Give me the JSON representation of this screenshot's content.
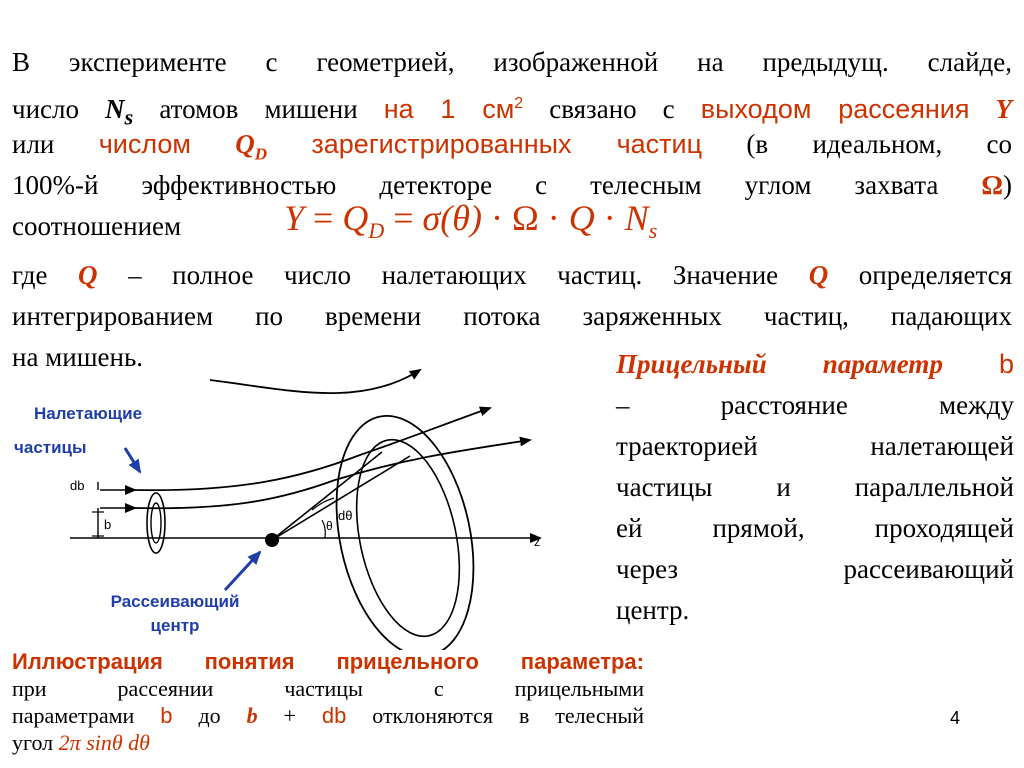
{
  "intro": {
    "l1": "В эксперименте с геометрией, изображенной на предыдущ. слайде,",
    "l2_a": "число",
    "l2_N": "N",
    "l2_s": "s",
    "l2_b": "атомов мишени",
    "l2_c": "на 1 см",
    "l2_c_sup": "2",
    "l2_d": "связано с",
    "l2_e": "выходом рассеяния",
    "l2_Y": "Y",
    "l3_a": "или",
    "l3_b": "числом",
    "l3_Q": "Q",
    "l3_D": "D",
    "l3_c": "зарегистрированных частиц",
    "l3_d": "(в идеальном, со",
    "l4_a": "100%-й эффективностью детекторе с телесным углом захвата",
    "l4_omega": "Ω",
    "l4_close": ")",
    "l5": "соотношением"
  },
  "formula": {
    "Y": "Y",
    "eq1": " = ",
    "Q": "Q",
    "D": "D",
    "eq2": " = ",
    "sigma": "σ(θ)",
    "dot1": " · ",
    "Omega": "Ω",
    "dot2": " · ",
    "Q2": "Q",
    "dot3": " · ",
    "N": "N",
    "s": "s"
  },
  "where": {
    "l1_a": "где",
    "l1_Q": "Q",
    "l1_b": "– полное число налетающих частиц. Значение",
    "l1_Q2": "Q",
    "l1_c": "определяется",
    "l2": "интегрированием по времени потока заряженных частиц, падающих",
    "l3": "на мишень."
  },
  "impact": {
    "title": "Прицельный параметр",
    "b": "b",
    "l2": "– расстояние между",
    "l3": "траекторией налетающей",
    "l4": "частицы и параллельной",
    "l5": "ей прямой, проходящей",
    "l6": "через рассеивающий",
    "l7": "центр."
  },
  "labels": {
    "incoming_l1": "Налетающие",
    "incoming_l2": "частицы",
    "center_l1": "Рассеивающий",
    "center_l2": "центр"
  },
  "diagram_labels": {
    "db": "db",
    "b": "b",
    "dtheta": "dθ",
    "theta": "θ",
    "z": "z"
  },
  "caption": {
    "title": "Иллюстрация понятия прицельного параметра:",
    "l2": "при рассеянии частицы с прицельными",
    "l3_a": "параметрами",
    "l3_b": "b",
    "l3_c": "до",
    "l3_d": "b",
    "l3_e": "+",
    "l3_f": "db",
    "l3_g": "отклоняются в телесный",
    "l4_a": "угол",
    "l4_b": "2π sinθ dθ"
  },
  "colors": {
    "accent_red": "#cc3300",
    "label_blue": "#1f3ea8"
  },
  "slide_number": "4"
}
